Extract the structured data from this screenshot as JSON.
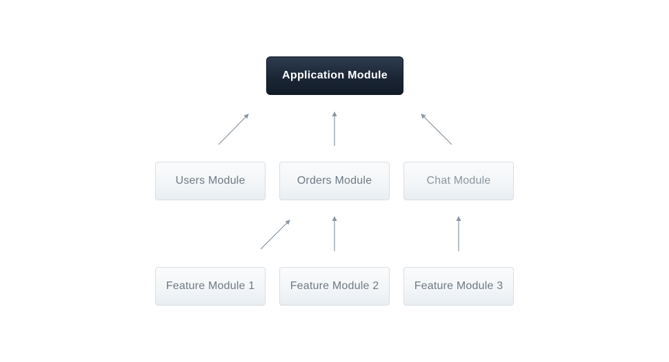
{
  "diagram": {
    "nodes": {
      "application": {
        "label": "Application Module"
      },
      "users": {
        "label": "Users Module"
      },
      "orders": {
        "label": "Orders Module"
      },
      "chat": {
        "label": "Chat Module"
      },
      "feature1": {
        "label": "Feature Module 1"
      },
      "feature2": {
        "label": "Feature Module 2"
      },
      "feature3": {
        "label": "Feature Module 3"
      }
    },
    "edges": [
      {
        "from": "Users Module",
        "to": "Application Module"
      },
      {
        "from": "Orders Module",
        "to": "Application Module"
      },
      {
        "from": "Chat Module",
        "to": "Application Module"
      },
      {
        "from": "Feature Module 1",
        "to": "Orders Module"
      },
      {
        "from": "Feature Module 2",
        "to": "Orders Module"
      },
      {
        "from": "Feature Module 3",
        "to": "Chat Module"
      }
    ],
    "colors": {
      "background": "#ffffff",
      "root_box_top": "#2e3c50",
      "root_box_bottom": "#121c29",
      "root_text": "#ffffff",
      "light_box_top": "#fafbfc",
      "light_box_bottom": "#e9eef2",
      "light_box_border": "#d8dee4",
      "node_text": "#6e7882",
      "chat_node_text": "#8b949d",
      "arrow": "#8795a2"
    }
  }
}
